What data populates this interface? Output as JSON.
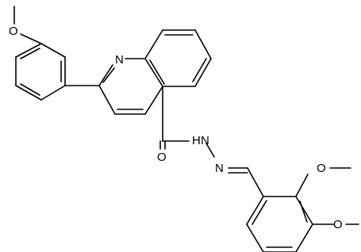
{
  "figure": {
    "type": "chemical-structure",
    "background": "#ffffff",
    "bond_color": "#000000"
  },
  "atoms": {
    "o_methoxy_phenyl": "O",
    "n_quinoline": "N",
    "o_carbonyl": "O",
    "nh_hydrazide": "H",
    "n_hydrazide": "N",
    "n_imine": "N",
    "o_methoxy_2": "O",
    "o_methoxy_3": "O"
  }
}
